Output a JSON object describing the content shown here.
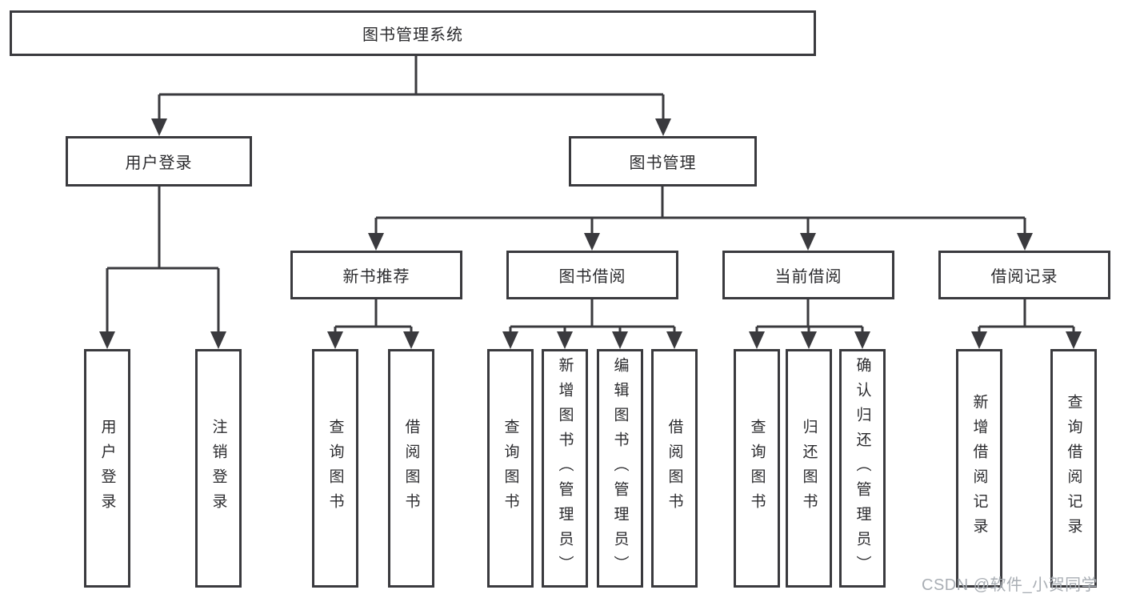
{
  "title": "图书管理系统",
  "watermark": "CSDN @软件_小贺同学",
  "colors": {
    "line": "#3a3a3e",
    "box_border": "#3a3a3e",
    "text": "#2b2b2e",
    "watermark": "#a9aeb4",
    "background": "#ffffff"
  },
  "tree": {
    "label": "图书管理系统",
    "children": [
      {
        "label": "用户登录",
        "children": [
          {
            "label": "用户登录"
          },
          {
            "label": "注销登录"
          }
        ]
      },
      {
        "label": "图书管理",
        "children": [
          {
            "label": "新书推荐",
            "children": [
              {
                "label": "查询图书"
              },
              {
                "label": "借阅图书"
              }
            ]
          },
          {
            "label": "图书借阅",
            "children": [
              {
                "label": "查询图书"
              },
              {
                "label": "新增图书（管理员）"
              },
              {
                "label": "编辑图书（管理员）"
              },
              {
                "label": "借阅图书"
              }
            ]
          },
          {
            "label": "当前借阅",
            "children": [
              {
                "label": "查询图书"
              },
              {
                "label": "归还图书"
              },
              {
                "label": "确认归还（管理员）"
              }
            ]
          },
          {
            "label": "借阅记录",
            "children": [
              {
                "label": "新增借阅记录"
              },
              {
                "label": "查询借阅记录"
              }
            ]
          }
        ]
      }
    ]
  }
}
